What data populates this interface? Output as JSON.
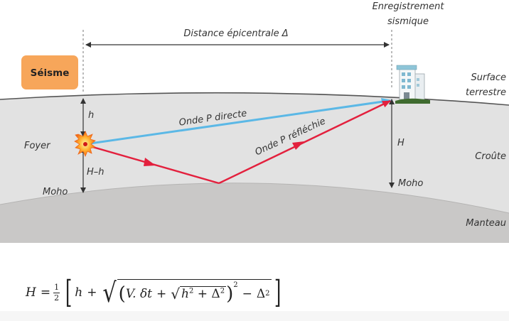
{
  "labels": {
    "recording_line1": "Enregistrement",
    "recording_line2": "sismique",
    "distance": "Distance épicentrale Δ",
    "seisme": "Séisme",
    "surface_line1": "Surface",
    "surface_line2": "terrestre",
    "h": "h",
    "foyer": "Foyer",
    "h_minus_h": "H–h",
    "moho_left": "Moho",
    "onde_directe": "Onde P directe",
    "onde_reflechie": "Onde P réfléchie",
    "H": "H",
    "croute": "Croûte",
    "moho_right": "Moho",
    "manteau": "Manteau"
  },
  "formula": {
    "lhs": "H",
    "equals": "=",
    "frac_num": "1",
    "frac_den": "2",
    "h": "h",
    "plus": "+",
    "v_dt": "V. δt",
    "h2": "h",
    "delta": "Δ",
    "exp2": "2",
    "minus": "−"
  },
  "colors": {
    "crust": "#e2e2e2",
    "mantle": "#c9c8c7",
    "direct_wave": "#5bb8e6",
    "reflected_wave": "#e3203d",
    "badge": "#f7a65a",
    "surface_line": "#555555"
  }
}
